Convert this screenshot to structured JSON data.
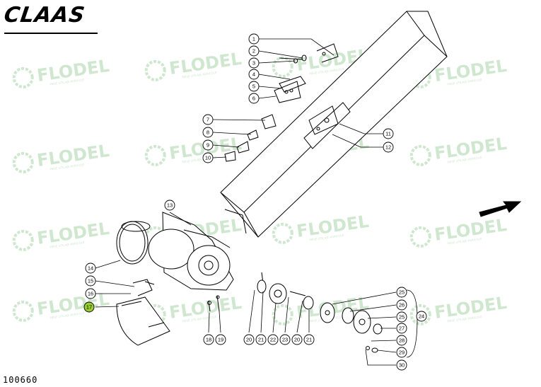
{
  "brand": {
    "name": "CLAAS"
  },
  "drawing_number": "100660",
  "watermark": {
    "text": "FLODEL",
    "sub": "PIESE UTILAJE AGRICOLE"
  },
  "callouts": [
    {
      "n": "1"
    },
    {
      "n": "2"
    },
    {
      "n": "3"
    },
    {
      "n": "4"
    },
    {
      "n": "5"
    },
    {
      "n": "6"
    },
    {
      "n": "7"
    },
    {
      "n": "8"
    },
    {
      "n": "9"
    },
    {
      "n": "10"
    },
    {
      "n": "11"
    },
    {
      "n": "12"
    },
    {
      "n": "13"
    },
    {
      "n": "14"
    },
    {
      "n": "15"
    },
    {
      "n": "16"
    },
    {
      "n": "17",
      "highlight": true
    },
    {
      "n": "18"
    },
    {
      "n": "19"
    },
    {
      "n": "20"
    },
    {
      "n": "21"
    },
    {
      "n": "22"
    },
    {
      "n": "23"
    },
    {
      "n": "20"
    },
    {
      "n": "21"
    },
    {
      "n": "25"
    },
    {
      "n": "26"
    },
    {
      "n": "25"
    },
    {
      "n": "27"
    },
    {
      "n": "28"
    },
    {
      "n": "29"
    },
    {
      "n": "30"
    },
    {
      "n": "24"
    }
  ],
  "colors": {
    "line": "#000000",
    "watermark": "#cfe7cf",
    "highlight": "#9acd32"
  }
}
